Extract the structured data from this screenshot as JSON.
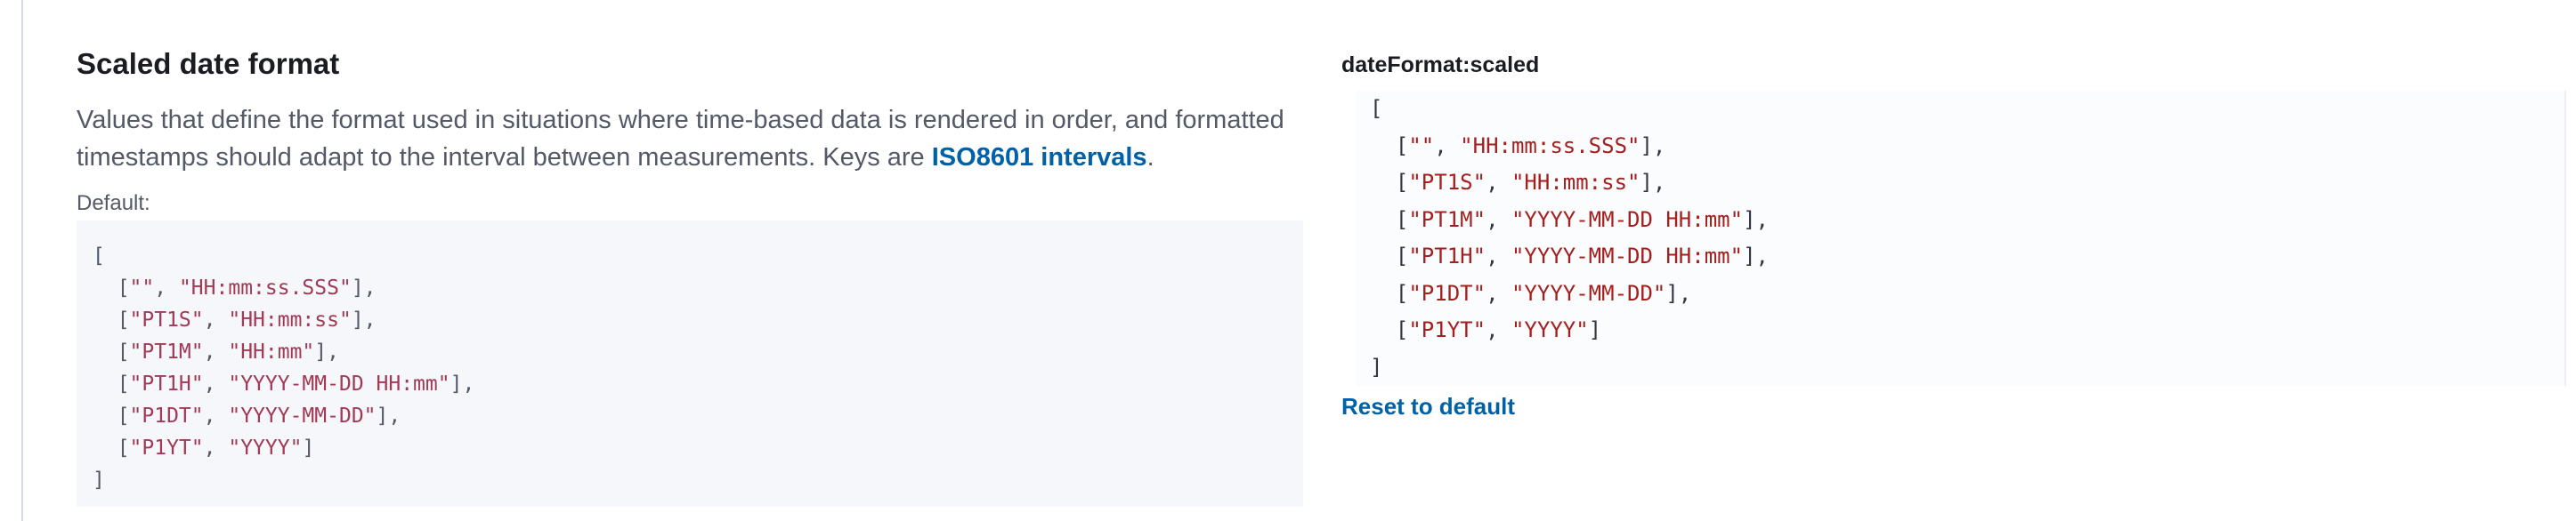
{
  "setting": {
    "title": "Scaled date format",
    "description_text": "Values that define the format used in situations where time-based data is rendered in order, and formatted timestamps should adapt to the interval between measurements. Keys are ",
    "description_link": "ISO8601 intervals",
    "description_end": ".",
    "default_label": "Default:",
    "default_lines": [
      "[",
      "  [\"\", \"HH:mm:ss.SSS\"],",
      "  [\"PT1S\", \"HH:mm:ss\"],",
      "  [\"PT1M\", \"HH:mm\"],",
      "  [\"PT1H\", \"YYYY-MM-DD HH:mm\"],",
      "  [\"P1DT\", \"YYYY-MM-DD\"],",
      "  [\"P1YT\", \"YYYY\"]",
      "]"
    ]
  },
  "field": {
    "key": "dateFormat:scaled",
    "editor_lines": [
      "[",
      "  [\"\", \"HH:mm:ss.SSS\"],",
      "  [\"PT1S\", \"HH:mm:ss\"],",
      "  [\"PT1M\", \"YYYY-MM-DD HH:mm\"],",
      "  [\"PT1H\", \"YYYY-MM-DD HH:mm\"],",
      "  [\"P1DT\", \"YYYY-MM-DD\"],",
      "  [\"P1YT\", \"YYYY\"]",
      "]"
    ],
    "reset_label": "Reset to default"
  },
  "colors": {
    "link": "#0061a6",
    "code_string_default": "#a33a55",
    "code_string_editor": "#a51f1f",
    "code_bg": "#f5f7fa"
  }
}
